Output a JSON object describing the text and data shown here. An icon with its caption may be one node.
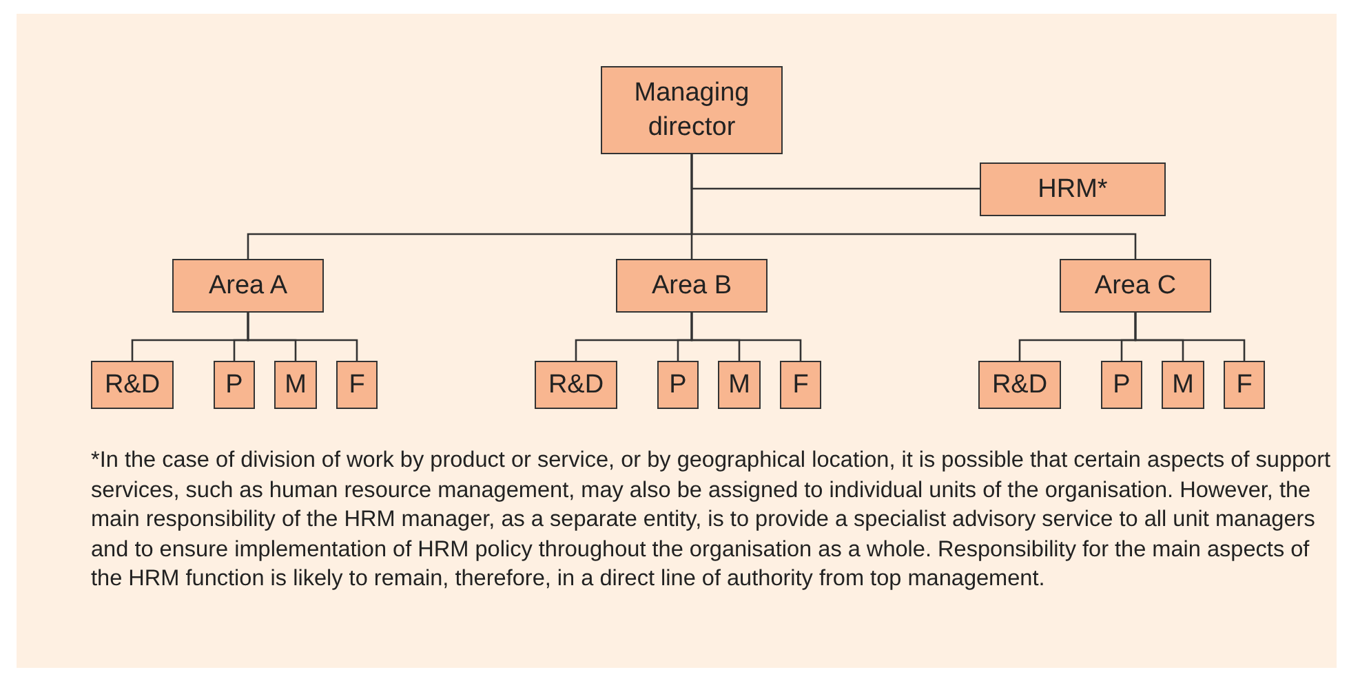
{
  "diagram": {
    "nodes": [
      {
        "text": [
          "Managing director"
        ]
      },
      {
        "text": [
          "HRM*"
        ]
      },
      {
        "text": [
          "Area A"
        ]
      },
      {
        "text": [
          "Area B"
        ]
      },
      {
        "text": [
          "Area C"
        ]
      },
      {
        "text": [
          "R&D"
        ]
      },
      {
        "text": [
          "P"
        ]
      },
      {
        "text": [
          "M"
        ]
      },
      {
        "text": [
          "F"
        ]
      },
      {
        "text": [
          "R&D"
        ]
      },
      {
        "text": [
          "P"
        ]
      },
      {
        "text": [
          "M"
        ]
      },
      {
        "text": [
          "F"
        ]
      },
      {
        "text": [
          "R&D"
        ]
      },
      {
        "text": [
          "P"
        ]
      },
      {
        "text": [
          "M"
        ]
      },
      {
        "text": [
          "F"
        ]
      }
    ],
    "edges": [
      {
        "from": 0,
        "to": 1,
        "arrow": "none"
      },
      {
        "from": 0,
        "to": 2,
        "arrow": "none"
      },
      {
        "from": 0,
        "to": 3,
        "arrow": "none"
      },
      {
        "from": 0,
        "to": 4,
        "arrow": "none"
      },
      {
        "from": 2,
        "to": 5,
        "arrow": "none"
      },
      {
        "from": 2,
        "to": 6,
        "arrow": "none"
      },
      {
        "from": 2,
        "to": 7,
        "arrow": "none"
      },
      {
        "from": 2,
        "to": 8,
        "arrow": "none"
      },
      {
        "from": 3,
        "to": 9,
        "arrow": "none"
      },
      {
        "from": 3,
        "to": 10,
        "arrow": "none"
      },
      {
        "from": 3,
        "to": 11,
        "arrow": "none"
      },
      {
        "from": 3,
        "to": 12,
        "arrow": "none"
      },
      {
        "from": 4,
        "to": 13,
        "arrow": "none"
      },
      {
        "from": 4,
        "to": 14,
        "arrow": "none"
      },
      {
        "from": 4,
        "to": 15,
        "arrow": "none"
      },
      {
        "from": 4,
        "to": 16,
        "arrow": "none"
      }
    ],
    "labels": [
      "*In the case of division of work by product or service, or by geographical location, it is possible that certain aspects of support services, such as human resource management, may also be assigned to individual units of the organisation. However, the main responsibility of the HRM manager, as a separate entity, is to provide a specialist advisory service to all unit managers and to ensure implementation of HRM policy throughout the organisation as a whole. Responsibility for the main aspects of the HRM function is likely to remain, therefore, in a direct line of authority from top management."
    ]
  }
}
